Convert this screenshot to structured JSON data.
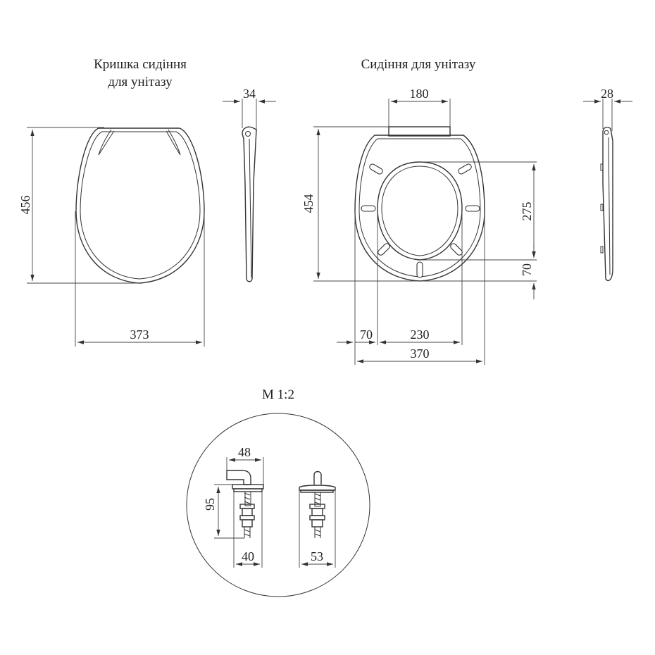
{
  "lid": {
    "title_line1": "Кришка сидіння",
    "title_line2": "для унітазу",
    "height": "456",
    "width": "373",
    "side_thickness": "34"
  },
  "seat": {
    "title": "Сидіння для унітазу",
    "hinge_width": "180",
    "height": "454",
    "opening_length": "275",
    "front_rim": "70",
    "side_rim": "70",
    "opening_width": "230",
    "width": "370",
    "side_thickness": "28"
  },
  "hinge": {
    "scale": "M 1:2",
    "height": "95",
    "top_width": "48",
    "base_width": "40",
    "front_width": "53"
  }
}
